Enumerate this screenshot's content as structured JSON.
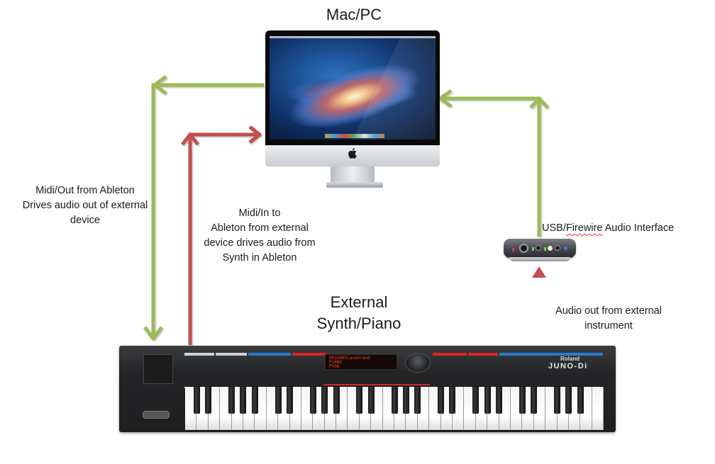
{
  "diagram": {
    "title": "Mac/PC",
    "nodes": {
      "computer": {
        "label": "Mac/PC",
        "icon": "imac-computer-icon"
      },
      "audio_interface": {
        "label_parts": [
          "USB/",
          "Firewire",
          " Audio Interface"
        ],
        "icon": "audio-interface-icon"
      },
      "synth": {
        "label_lines": [
          "External",
          "Synth/Piano"
        ],
        "icon": "synthesizer-keyboard-icon",
        "brand": "Roland",
        "model": "JUNO-Di",
        "display_text": "001U005LaseGrand\nPIANO\nPY08"
      }
    },
    "labels": {
      "midi_out": [
        "Midi/Out from Ableton",
        "Drives audio out of external",
        "device"
      ],
      "midi_in": [
        "Midi/In to",
        "Ableton from external",
        "device drives audio from",
        "Synth in Ableton"
      ],
      "audio_out": [
        "Audio out from external",
        "instrument"
      ]
    },
    "connections": [
      {
        "from": "computer",
        "to": "synth",
        "label": "Midi/Out from Ableton",
        "color": "#9bbb59"
      },
      {
        "from": "synth",
        "to": "computer",
        "label": "Midi/In to Ableton",
        "color": "#c0504d"
      },
      {
        "from": "synth",
        "to": "audio_interface",
        "label": "Audio out from external instrument",
        "color": "#c0504d"
      },
      {
        "from": "audio_interface",
        "to": "computer",
        "label": "USB/Firewire Audio Interface",
        "color": "#9bbb59"
      }
    ],
    "colors": {
      "green_arrow": "#9bbb59",
      "red_arrow": "#c0504d",
      "text": "#1a1a1a",
      "background": "#ffffff"
    }
  }
}
